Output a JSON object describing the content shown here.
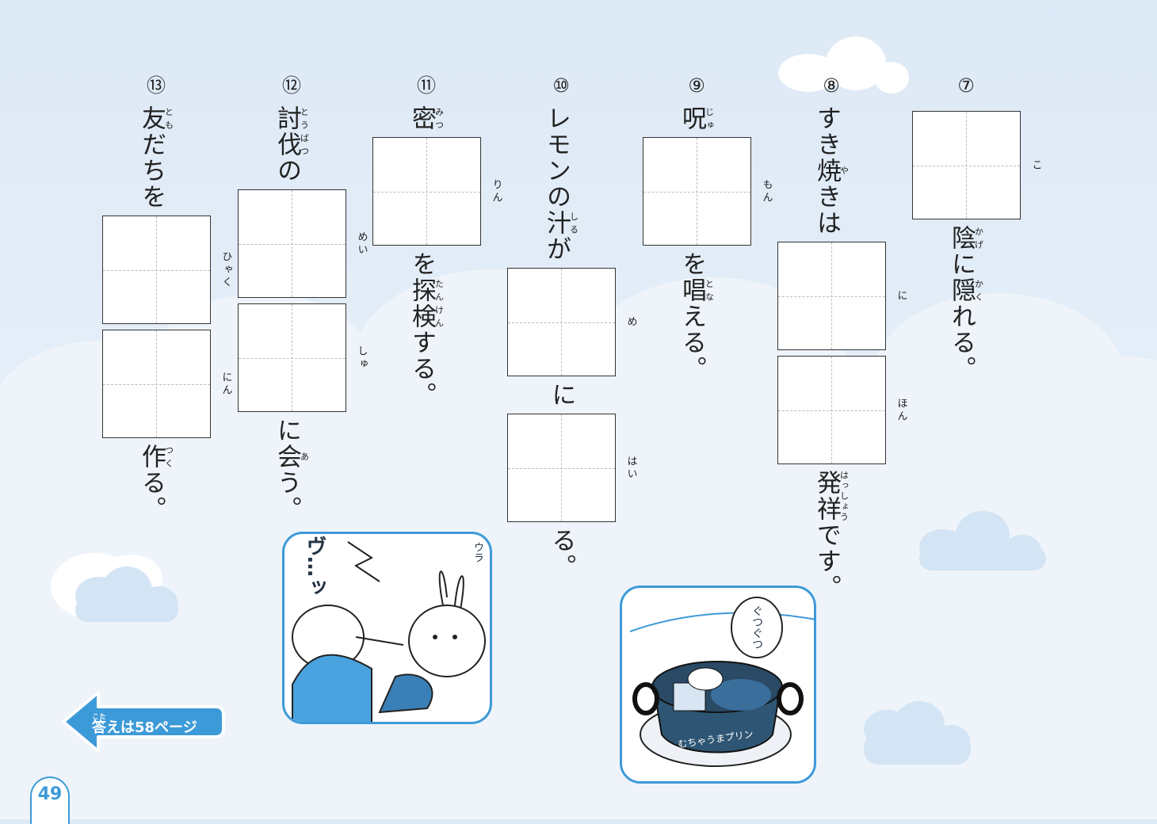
{
  "questions": [
    {
      "num": "⑬",
      "segments": [
        {
          "type": "text",
          "parts": [
            {
              "t": "友",
              "r": "とも"
            },
            {
              "t": "だちを"
            }
          ]
        },
        {
          "type": "box",
          "reading": "ひゃく"
        },
        {
          "type": "box",
          "reading": "にん"
        },
        {
          "type": "text",
          "parts": [
            {
              "t": "作",
              "r": "つく"
            },
            {
              "t": "る。"
            }
          ]
        }
      ]
    },
    {
      "num": "⑫",
      "segments": [
        {
          "type": "text",
          "parts": [
            {
              "t": "討伐",
              "r": "とうばつ"
            },
            {
              "t": "の"
            }
          ]
        },
        {
          "type": "box",
          "reading": "めい"
        },
        {
          "type": "box",
          "reading": "しゅ"
        },
        {
          "type": "text",
          "parts": [
            {
              "t": "に"
            },
            {
              "t": "会",
              "r": "あ"
            },
            {
              "t": "う。"
            }
          ]
        }
      ]
    },
    {
      "num": "⑪",
      "segments": [
        {
          "type": "text",
          "parts": [
            {
              "t": "密",
              "r": "みつ"
            }
          ]
        },
        {
          "type": "box",
          "reading": "りん"
        },
        {
          "type": "text",
          "parts": [
            {
              "t": "を"
            },
            {
              "t": "探検",
              "r": "たんけん"
            },
            {
              "t": "する。"
            }
          ]
        }
      ]
    },
    {
      "num": "⑩",
      "segments": [
        {
          "type": "text",
          "parts": [
            {
              "t": "レモンの"
            },
            {
              "t": "汁",
              "r": "しる"
            },
            {
              "t": "が"
            }
          ]
        },
        {
          "type": "box",
          "reading": "め"
        },
        {
          "type": "text",
          "parts": [
            {
              "t": "に"
            }
          ]
        },
        {
          "type": "box",
          "reading": "はい"
        },
        {
          "type": "text",
          "parts": [
            {
              "t": "る。"
            }
          ]
        }
      ]
    },
    {
      "num": "⑨",
      "segments": [
        {
          "type": "text",
          "parts": [
            {
              "t": "呪",
              "r": "じゅ"
            }
          ]
        },
        {
          "type": "box",
          "reading": "もん"
        },
        {
          "type": "text",
          "parts": [
            {
              "t": "を"
            },
            {
              "t": "唱",
              "r": "とな"
            },
            {
              "t": "える。"
            }
          ]
        }
      ]
    },
    {
      "num": "⑧",
      "segments": [
        {
          "type": "text",
          "parts": [
            {
              "t": "すき"
            },
            {
              "t": "焼",
              "r": "や"
            },
            {
              "t": "きは"
            }
          ]
        },
        {
          "type": "box",
          "reading": "に"
        },
        {
          "type": "box",
          "reading": "ほん"
        },
        {
          "type": "text",
          "parts": [
            {
              "t": "発祥",
              "r": "はっしょう"
            },
            {
              "t": "です。"
            }
          ]
        }
      ]
    },
    {
      "num": "⑦",
      "segments": [
        {
          "type": "box",
          "reading": "こ"
        },
        {
          "type": "text",
          "parts": [
            {
              "t": "陰",
              "r": "かげ"
            },
            {
              "t": "に"
            },
            {
              "t": "隠",
              "r": "かく"
            },
            {
              "t": "れる。"
            }
          ]
        }
      ]
    }
  ],
  "illustrations": {
    "left": {
      "sfx1": "ヴ…ッ",
      "sfx2": "ウラ"
    },
    "right": {
      "sfx": "ぐつぐつ",
      "pot_label": "むちゃうまプリン"
    }
  },
  "answer_link": {
    "ruby": "こた",
    "kanji": "答",
    "text": "えは58ページ"
  },
  "page_number": "49",
  "colors": {
    "accent": "#3d9ad8",
    "cloud": "#d3e4f4"
  }
}
